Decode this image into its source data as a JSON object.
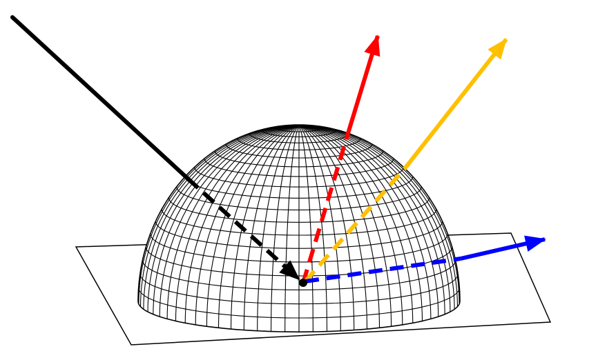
{
  "diagram": {
    "colors": {
      "background": "#ffffff",
      "outline": "#000000",
      "incident_ray": "#000000",
      "reflected_red": "#ff0000",
      "reflected_orange": "#ffc000",
      "refracted_blue": "#0000ff"
    },
    "elements": [
      "surface-plane",
      "hemisphere-wireframe",
      "incident-ray",
      "specular-ray-red",
      "scattered-ray-orange",
      "grazing-ray-blue",
      "incidence-point"
    ]
  }
}
